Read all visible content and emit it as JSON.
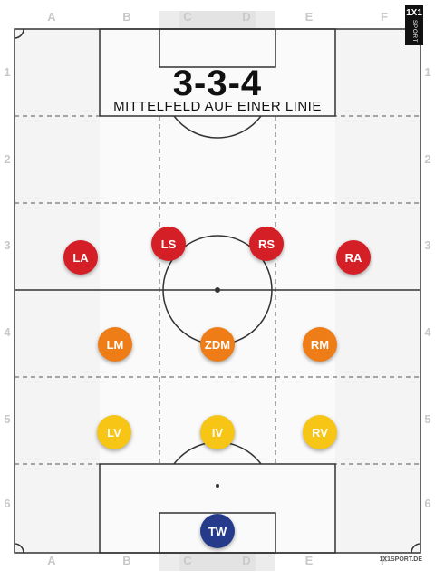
{
  "title": "3-3-4",
  "subtitle": "MITTELFELD AUF EINER LINIE",
  "logo": {
    "main": "1X1",
    "sub": "SPORT"
  },
  "website": "1X1SPORT.DE",
  "columns": [
    "A",
    "B",
    "C",
    "D",
    "E",
    "F"
  ],
  "rows": [
    "1",
    "2",
    "3",
    "4",
    "5",
    "6"
  ],
  "colors": {
    "red": "#d41f26",
    "orange": "#ef7d17",
    "yellow": "#f6c515",
    "blue": "#263a8c",
    "line": "#333333"
  },
  "players": [
    {
      "label": "LA",
      "color": "red"
    },
    {
      "label": "LS",
      "color": "red"
    },
    {
      "label": "RS",
      "color": "red"
    },
    {
      "label": "RA",
      "color": "red"
    },
    {
      "label": "LM",
      "color": "orange"
    },
    {
      "label": "ZDM",
      "color": "orange"
    },
    {
      "label": "RM",
      "color": "orange"
    },
    {
      "label": "LV",
      "color": "yellow"
    },
    {
      "label": "IV",
      "color": "yellow"
    },
    {
      "label": "RV",
      "color": "yellow"
    },
    {
      "label": "TW",
      "color": "blue"
    }
  ]
}
